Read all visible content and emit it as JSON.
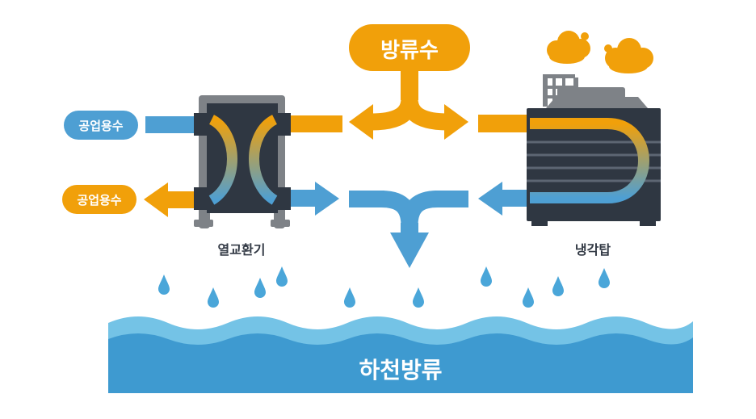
{
  "labels": {
    "input_water": "공업용수",
    "output_water": "공업용수",
    "discharge": "방류수",
    "heat_exchanger": "열교환기",
    "cooling_tower": "냉각탑",
    "river": "하천방류"
  },
  "colors": {
    "orange": "#f1a00a",
    "blue": "#4e9fd3",
    "dark": "#2f3742",
    "frame": "#7e8287",
    "water_light": "#74c3e6",
    "water_dark": "#3e9ad0",
    "drop": "#4aa6d9"
  },
  "icons": {
    "cloud": "steam-cloud-icon",
    "drop": "water-drop-icon"
  }
}
